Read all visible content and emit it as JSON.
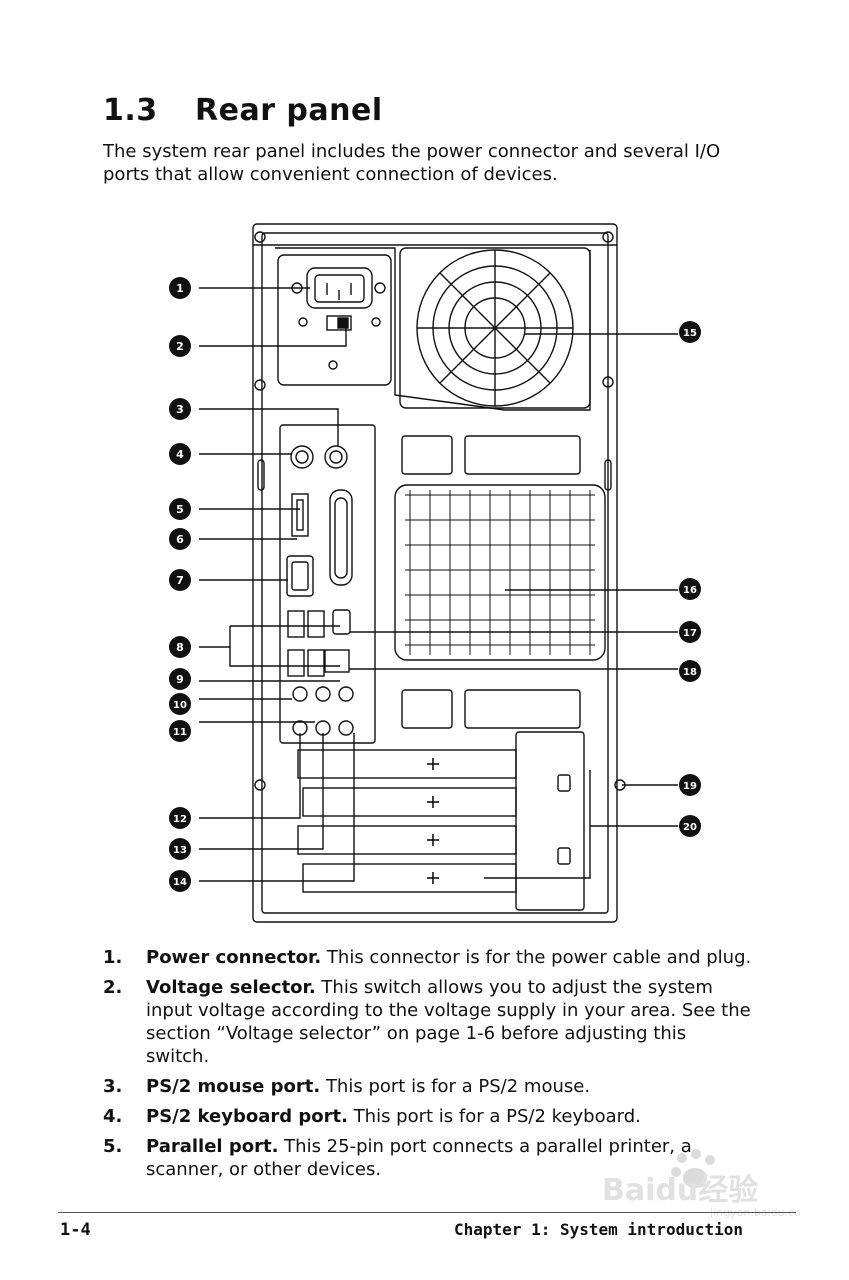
{
  "section": {
    "number": "1.3",
    "title": "Rear panel"
  },
  "intro": "The system rear panel includes the power connector and several I/O ports that allow convenient connection of devices.",
  "callouts": [
    "1",
    "2",
    "3",
    "4",
    "5",
    "6",
    "7",
    "8",
    "9",
    "10",
    "11",
    "12",
    "13",
    "14",
    "15",
    "16",
    "17",
    "18",
    "19",
    "20"
  ],
  "items": [
    {
      "num": "1.",
      "term": "Power connector.",
      "desc": " This connector is for the power cable and plug."
    },
    {
      "num": "2.",
      "term": "Voltage selector.",
      "desc": " This switch allows you to adjust the system input voltage according to the voltage supply in your area. See the section “Voltage selector” on page 1-6 before adjusting this switch."
    },
    {
      "num": "3.",
      "term": "PS/2 mouse port.",
      "desc": " This port is for a PS/2 mouse."
    },
    {
      "num": "4.",
      "term": "PS/2 keyboard port.",
      "desc": " This port is for a PS/2 keyboard."
    },
    {
      "num": "5.",
      "term": "Parallel port.",
      "desc": " This 25-pin port connects a parallel printer, a scanner, or other devices."
    }
  ],
  "footer": {
    "page": "1-4",
    "chapter": "Chapter 1: System introduction"
  },
  "watermark": {
    "text": "Baidu经验",
    "sub": "jingyan.baidu.com"
  },
  "colors": {
    "ink": "#111111",
    "callout_fill": "#111111",
    "callout_text": "#ffffff"
  }
}
